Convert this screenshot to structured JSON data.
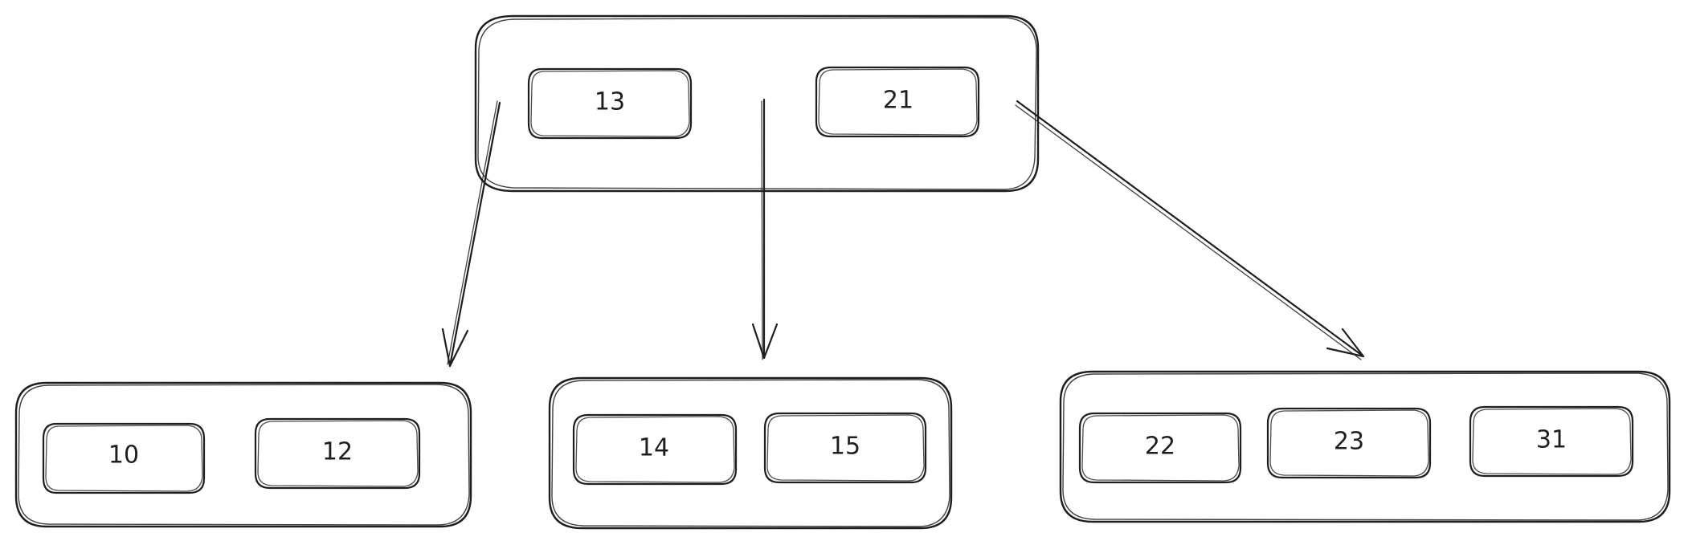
{
  "diagram": {
    "type": "b-tree",
    "stroke_color": "#1e1e1e",
    "background": "#ffffff",
    "root": {
      "keys": [
        "13",
        "21"
      ]
    },
    "children": [
      {
        "keys": [
          "10",
          "12"
        ]
      },
      {
        "keys": [
          "14",
          "15"
        ]
      },
      {
        "keys": [
          "22",
          "23",
          "31"
        ]
      }
    ]
  }
}
